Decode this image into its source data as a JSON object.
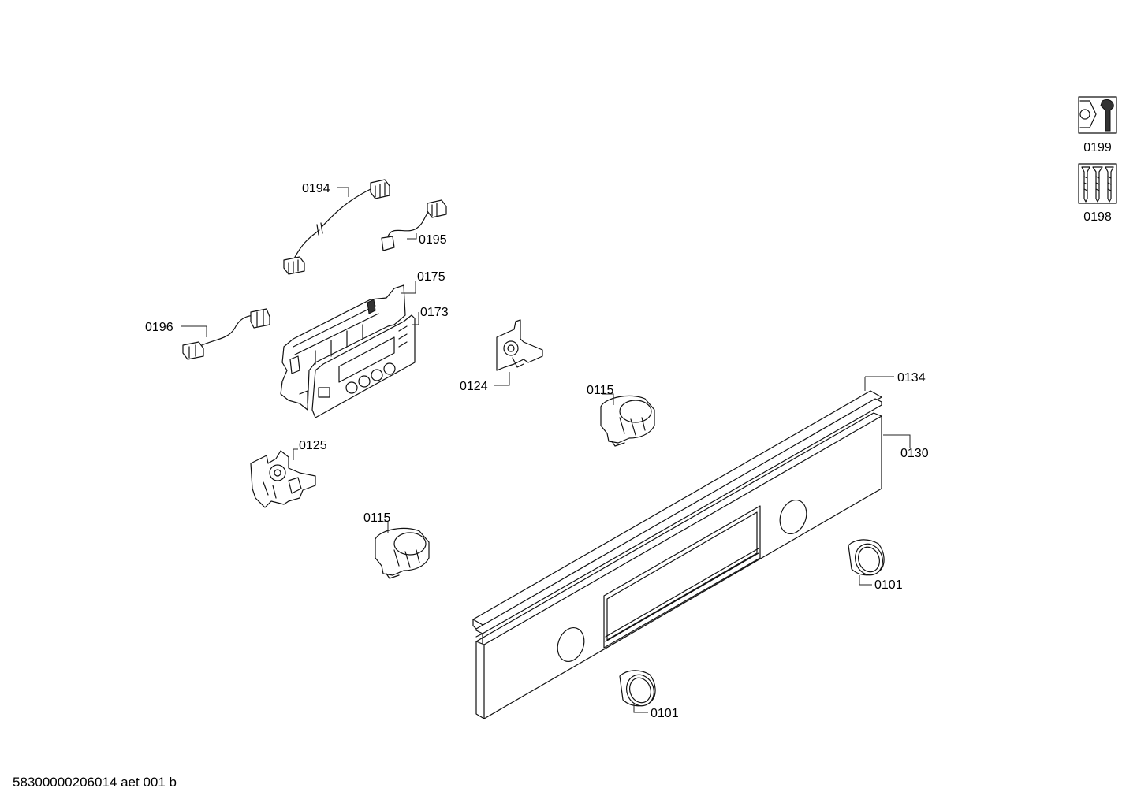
{
  "callouts": {
    "c0199": "0199",
    "c0198": "0198",
    "c0194": "0194",
    "c0195": "0195",
    "c0175": "0175",
    "c0173": "0173",
    "c0196": "0196",
    "c0124": "0124",
    "c0115_upper": "0115",
    "c0134": "0134",
    "c0130": "0130",
    "c0125": "0125",
    "c0115_lower": "0115",
    "c0101_right": "0101",
    "c0101_lower": "0101"
  },
  "footer": {
    "document_code": "58300000206014 aet 001 b"
  },
  "icons": {
    "tool_kit": "wrench-icon",
    "screw_kit": "screws-icon"
  }
}
